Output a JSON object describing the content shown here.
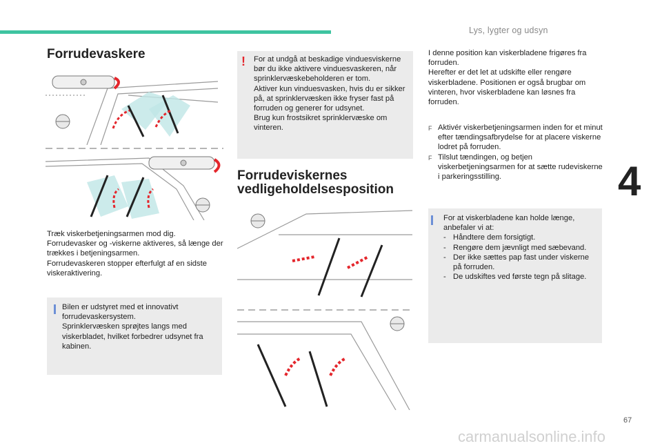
{
  "header": {
    "section_title": "Lys, lygter og udsyn",
    "chapter_number": "4",
    "page_number": "67",
    "watermark": "carmanualsonline.info"
  },
  "left": {
    "title": "Forrudevaskere",
    "body": "Træk viskerbetjeningsarmen mod dig.\nForrudevasker og -viskerne aktiveres, så længe der trækkes i betjeningsarmen.\nForrudevaskeren stopper efterfulgt af en sidste viskeraktivering.",
    "info_box": "Bilen er udstyret med et innovativt forrudevaskersystem.\nSprinklervæsken sprøjtes langs med viskerbladet, hvilket forbedrer udsynet fra kabinen."
  },
  "middle": {
    "warning_box": "For at undgå at beskadige vinduesviskerne bør du ikke aktivere vinduesvaskeren, når sprinklervæskebeholderen er tom.\nAktiver kun vinduesvasken, hvis du er sikker på, at sprinklervæsken ikke fryser fast på forruden og generer for udsynet.\nBrug kun frostsikret sprinklervæske om vinteren.",
    "title_line1": "Forrudeviskernes",
    "title_line2": "vedligeholdelsesposition"
  },
  "right": {
    "intro": "I denne position kan viskerbladene frigøres fra forruden.\nHerefter er det let at udskifte eller rengøre viskerbladene. Positionen er også brugbar om vinteren, hvor viskerbladene kan løsnes fra forruden.",
    "bullets": [
      "Aktivér viskerbetjeningsarmen inden for et minut efter tændingsafbrydelse for at placere viskerne lodret på forruden.",
      "Tilslut tændingen, og betjen viskerbetjeningsarmen for at sætte rudeviskerne i parkeringsstilling."
    ],
    "info_intro": "For at viskerbladene kan holde længe, anbefaler vi at:",
    "info_items": [
      "Håndtere dem forsigtigt.",
      "Rengøre dem jævnligt med sæbevand.",
      "Der ikke sættes pap fast under viskerne på forruden.",
      "De udskiftes ved første tegn på slitage."
    ]
  },
  "symbols": {
    "bullet_glyph": "F",
    "dash_glyph": "-"
  }
}
